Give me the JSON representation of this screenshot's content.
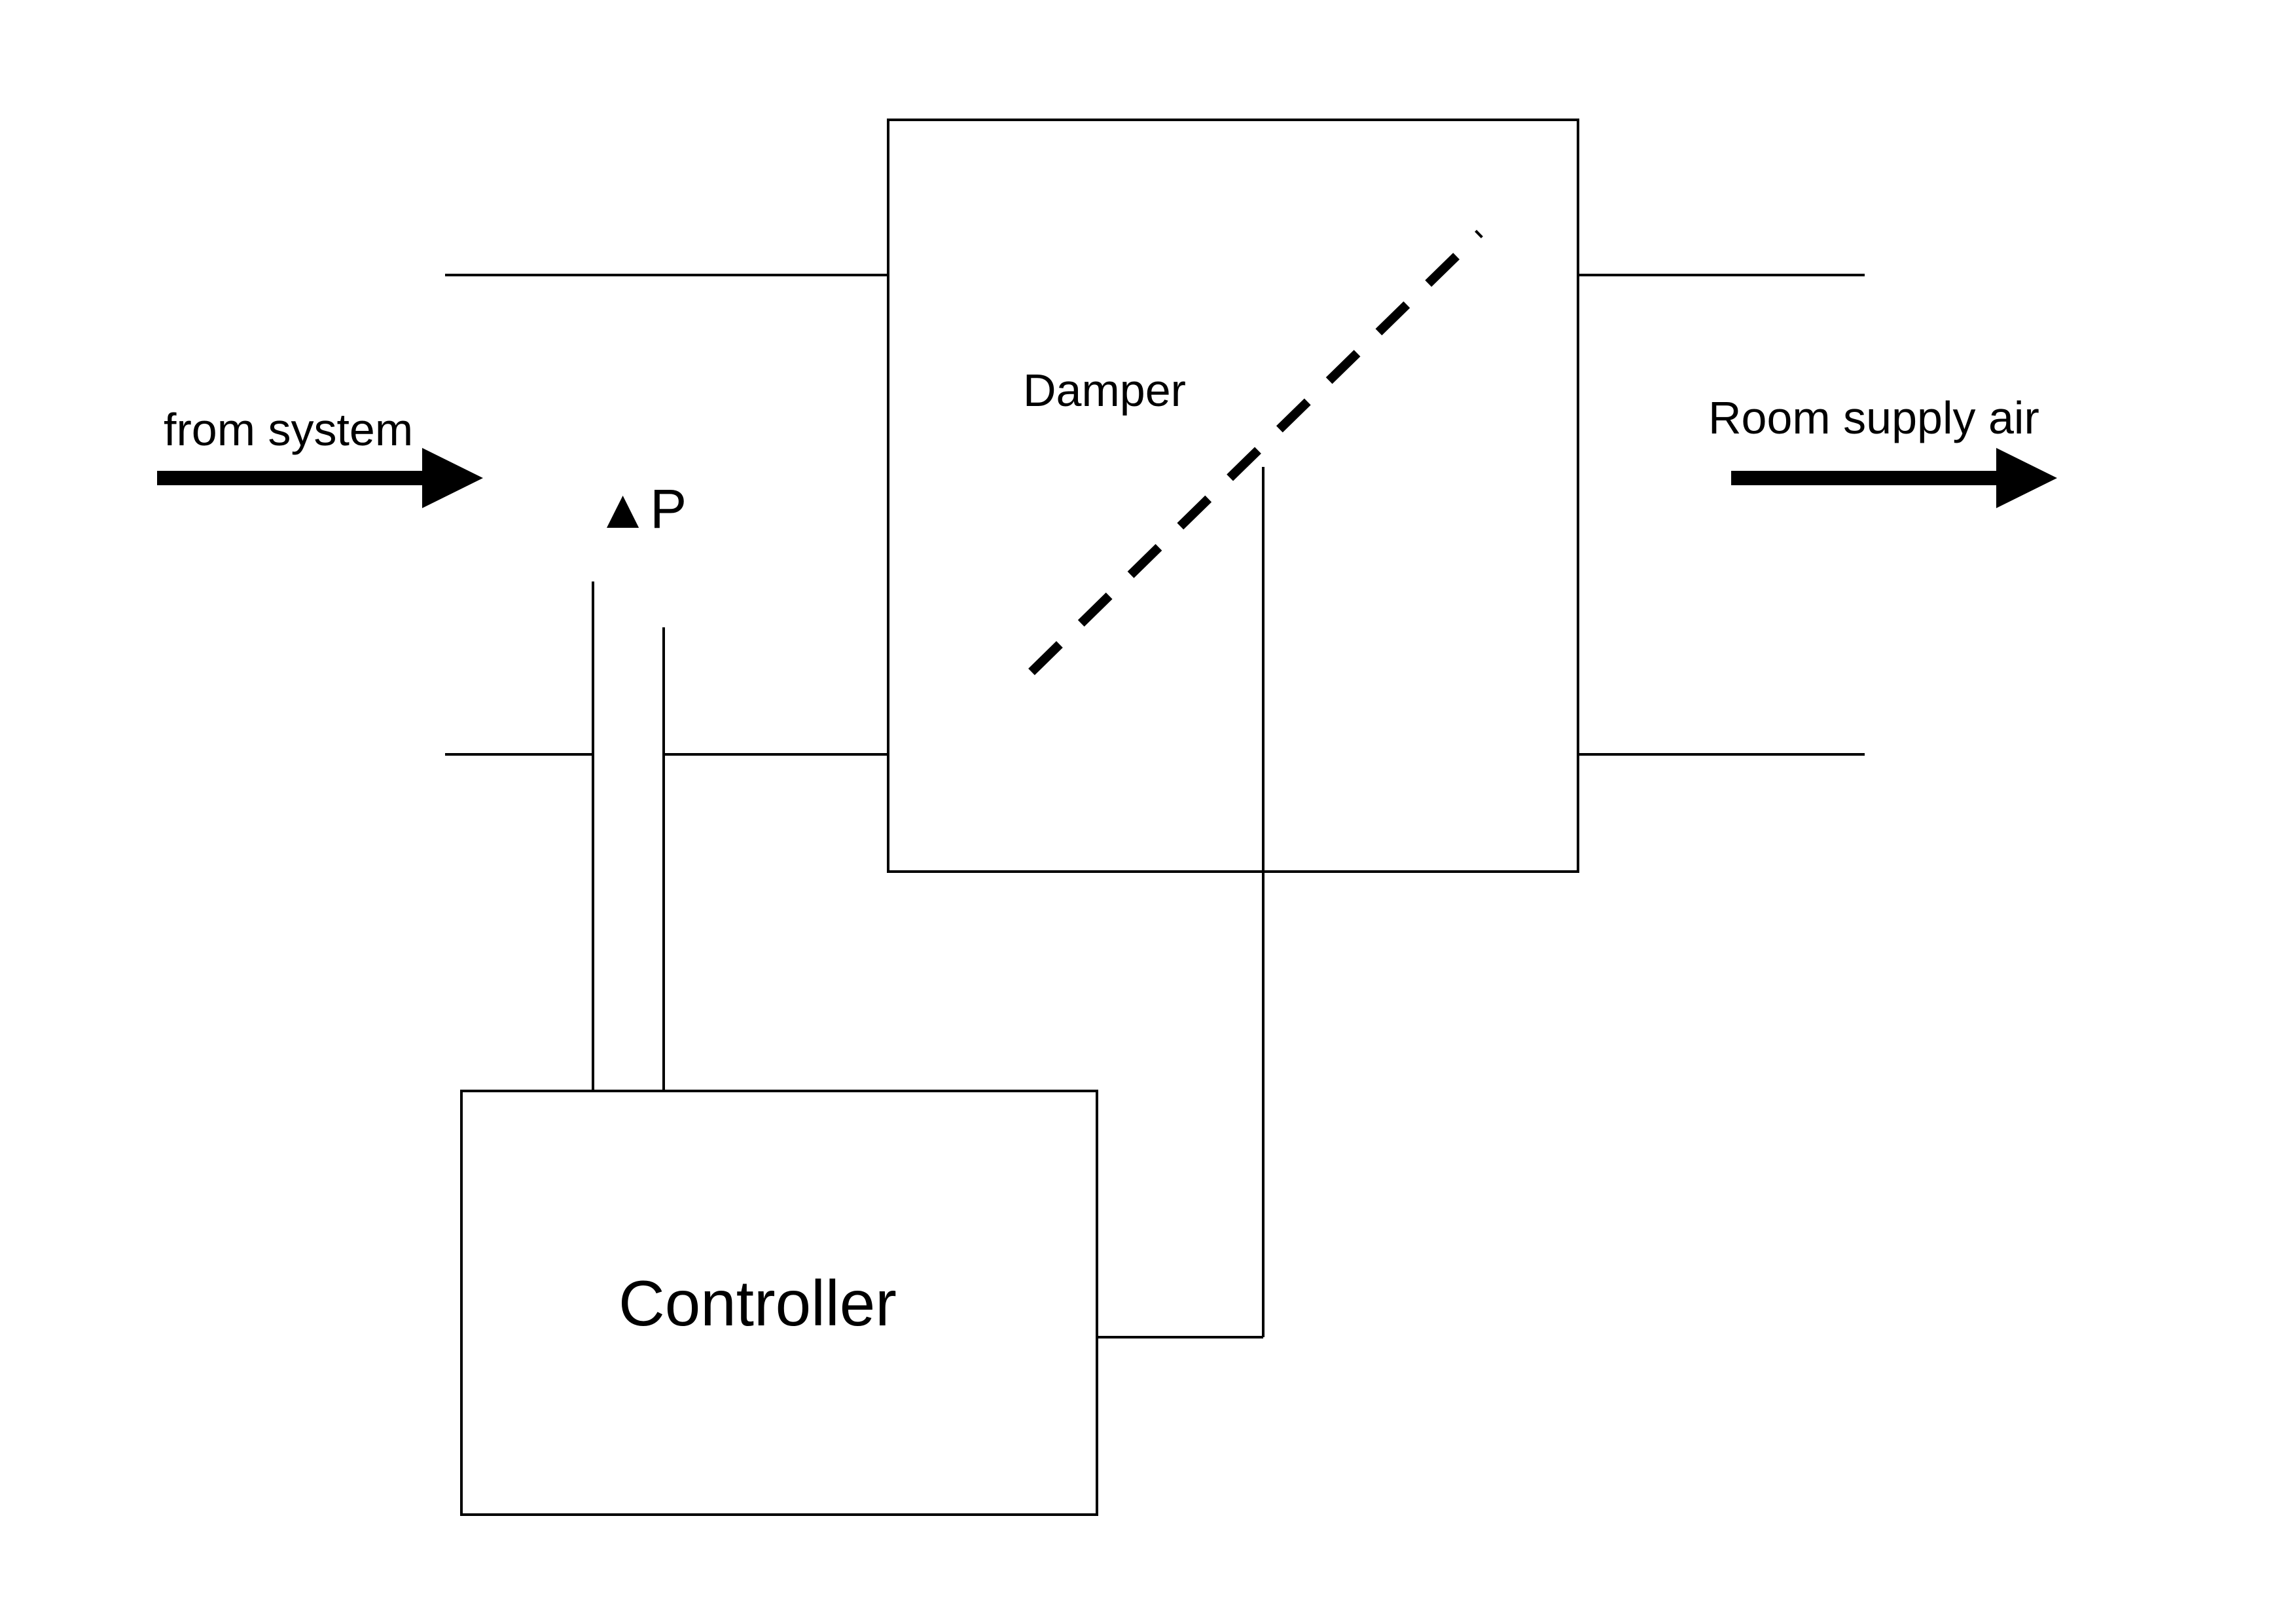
{
  "labels": {
    "damper": "Damper",
    "controller": "Controller",
    "inlet": "from system",
    "outlet": "Room supply air",
    "pressure": "▲P"
  },
  "colors": {
    "stroke": "#000000",
    "background": "#ffffff"
  }
}
